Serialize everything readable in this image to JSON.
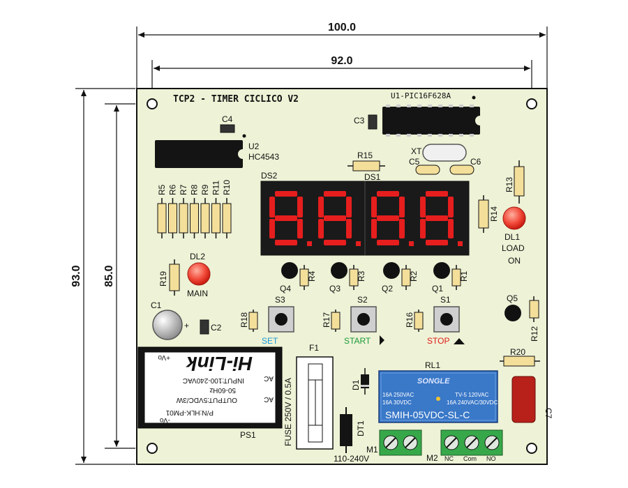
{
  "dimensions": {
    "outer_width": "100.0",
    "inner_width": "92.0",
    "outer_height": "93.0",
    "inner_height": "85.0"
  },
  "board": {
    "title": "TCP2 - TIMER CICLICO V2",
    "colors": {
      "pcb": "#eef2d6",
      "display_bg": "#1a1a1a",
      "segment": "#e61e1e",
      "relay": "#3a78c8"
    }
  },
  "components": {
    "u1": "U1-PIC16F628A",
    "c3": "C3",
    "c4": "C4",
    "u2_ref": "U2",
    "u2_part": "HC4543",
    "r15": "R15",
    "ds1": "DS1",
    "xt": "XT",
    "c5": "C5",
    "c6": "C6",
    "r13": "R13",
    "r14": "R14",
    "ds2": "DS2",
    "display_digits": "8.8.8.8",
    "dl1": "DL1",
    "dl1_text1": "LOAD",
    "dl1_text2": "ON",
    "resistor_bank": [
      "R5",
      "R6",
      "R7",
      "R8",
      "R9",
      "R11",
      "R10"
    ],
    "r19": "R19",
    "dl2": "DL2",
    "dl2_text": "MAIN",
    "transistors": [
      "Q4",
      "Q3",
      "Q2",
      "Q1"
    ],
    "transistor_resistors": [
      "R4",
      "R3",
      "R2",
      "R1"
    ],
    "q5": "Q5",
    "r12": "R12",
    "c1": "C1",
    "c1_plus": "+",
    "c2": "C2",
    "s3": "S3",
    "s2": "S2",
    "s1": "S1",
    "r18": "R18",
    "r17": "R17",
    "r16": "R16",
    "set_label": "SET",
    "start_label": "START",
    "stop_label": "STOP",
    "r20": "R20",
    "f1": "F1",
    "fuse_text": "FUSE 250V / 0.5A",
    "d1": "D1",
    "dt1": "DT1",
    "rl1": "RL1",
    "c7": "C7",
    "ps1": "PS1",
    "m1": "M1",
    "m1_voltage": "110-240V",
    "m2": "M2",
    "m2_terminals": [
      "NC",
      "Com",
      "NO"
    ]
  },
  "hlk_module": {
    "pn": "P/N:HLK-PM01",
    "output": "OUTPUT:5VDC/3W",
    "freq": "50-60Hz",
    "input": "INPUT:100-240VAC",
    "brand": "Hi-Link",
    "pin_vo_plus": "+Vo",
    "pin_vo_minus": "-Vo",
    "pin_ac1": "AC",
    "pin_ac2": "AC"
  },
  "relay": {
    "brand": "SONGLE",
    "spec1": "16A 250VAC",
    "spec2": "16A 30VDC",
    "spec3": "TV-5 120VAC",
    "spec4": "16A 240VAC/30VDC",
    "model": "SMIH-05VDC-SL-C"
  }
}
